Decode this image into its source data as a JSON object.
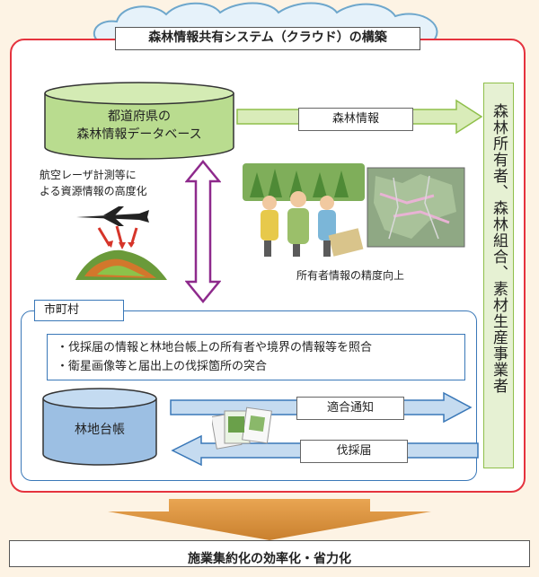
{
  "title": "森林情報共有システム（クラウド）の構築",
  "database_label_line1": "都道府県の",
  "database_label_line2": "森林情報データベース",
  "forest_info_label": "森林情報",
  "lidar_caption_line1": "航空レーザ計測等に",
  "lidar_caption_line2": "よる資源情報の高度化",
  "owner_caption": "所有者情報の精度向上",
  "right_bar_text": "森林所有者、森林組合、素材生産事業者",
  "municipality_label": "市町村",
  "checks": [
    "・伐採届の情報と林地台帳上の所有者や境界の情報等を照合",
    "・衛星画像等と届出上の伐採箇所の突合"
  ],
  "ledger_label": "林地台帳",
  "conformity_label": "適合通知",
  "felling_label": "伐採届",
  "result_label": "施業集約化の効率化・省力化",
  "colors": {
    "frame_red": "#e5333e",
    "municipal_blue": "#3a78b8",
    "green_accent": "#8fbf4a",
    "arrow_purple": "#8e2a8c",
    "arrow_orange": "#d9903a"
  },
  "icons": [
    "cloud-icon",
    "airplane-icon",
    "forest-3d-icon",
    "people-meeting-icon",
    "aerial-map-icon",
    "documents-icon"
  ]
}
